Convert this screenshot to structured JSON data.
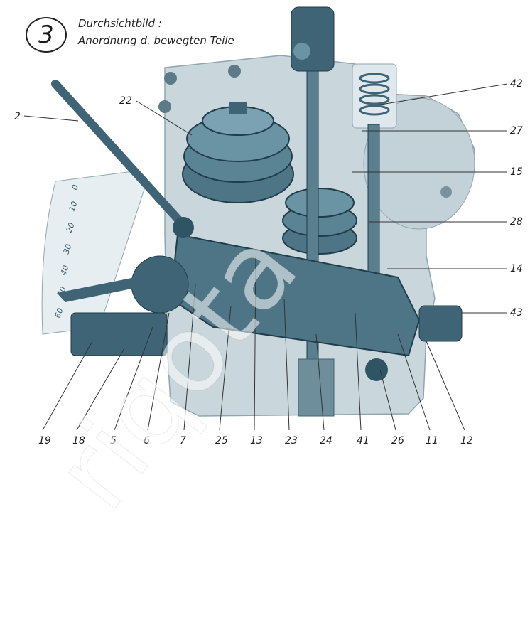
{
  "header": {
    "figure_number": "3",
    "caption_line1": "Durchsichtbild :",
    "caption_line2": "Anordnung d. bewegten Teile"
  },
  "callouts_left": [
    "2",
    "22"
  ],
  "callouts_right": [
    "42",
    "27",
    "15",
    "28",
    "14",
    "43"
  ],
  "callouts_bottom": [
    "19",
    "18",
    "5",
    "6",
    "7",
    "25",
    "13",
    "23",
    "24",
    "41",
    "26",
    "11",
    "12"
  ],
  "scale_labels": [
    "0",
    "10",
    "20",
    "30",
    "40",
    "50",
    "60"
  ],
  "watermark": "riqota",
  "colors": {
    "housing": "#c9d6dc",
    "housing_dark": "#8fa6b0",
    "metal": "#3e6475",
    "metal_dark": "#1f3d4a",
    "glass": "#dfe9ed",
    "scale": "#e6eef1"
  }
}
